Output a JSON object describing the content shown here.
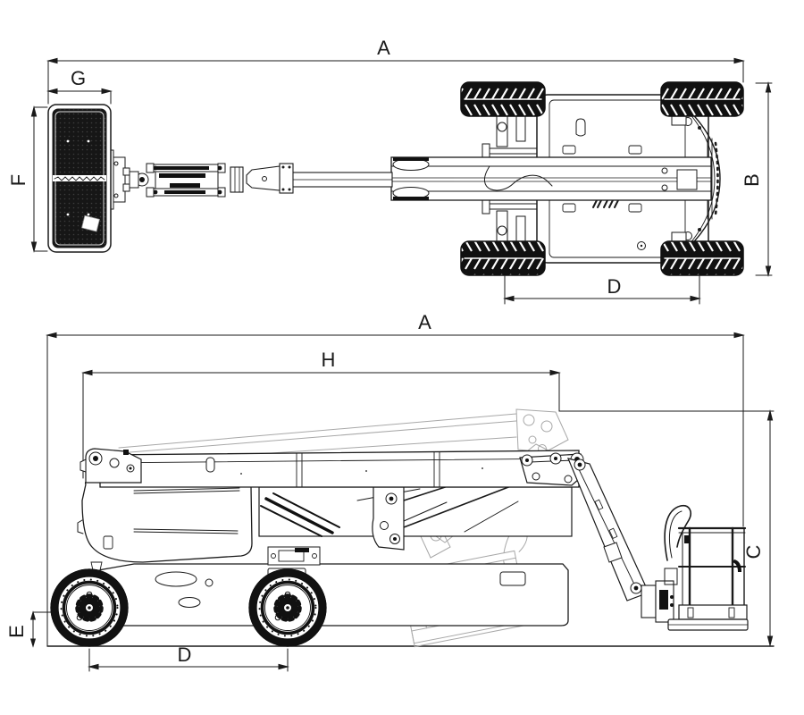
{
  "colors": {
    "line": "#1a1a1a",
    "ghost": "#a8a8a8",
    "background": "#ffffff",
    "tire_fill": "#111111",
    "platform_mesh": "#161616"
  },
  "views": {
    "top": {
      "dim_overall_length": "A",
      "dim_platform_width": "G",
      "dim_platform_length": "F",
      "dim_overall_width": "B",
      "dim_wheelbase": "D"
    },
    "side": {
      "dim_overall_length": "A",
      "dim_boom_horizontal_length": "H",
      "dim_overall_height": "C",
      "dim_ground_clearance": "E",
      "dim_wheelbase": "D"
    }
  }
}
